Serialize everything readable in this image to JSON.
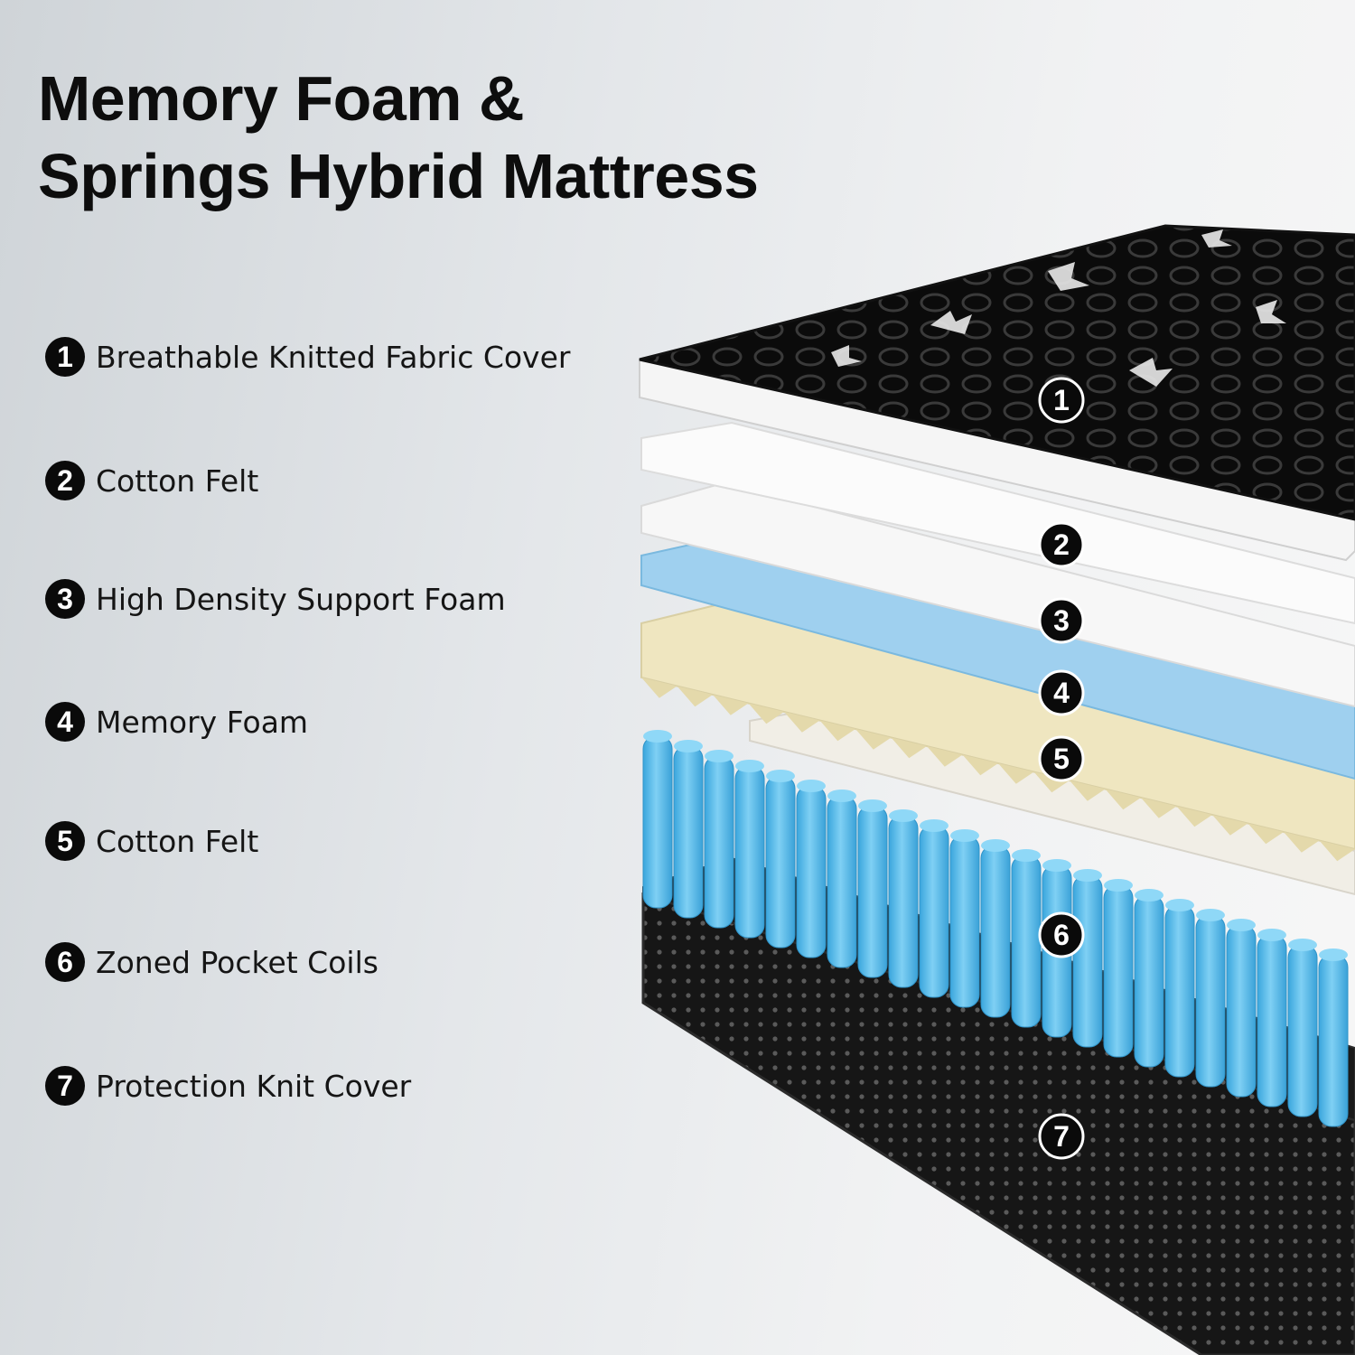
{
  "title": {
    "line1": "Memory Foam &",
    "line2": "Springs Hybrid Mattress"
  },
  "layers": [
    {
      "number": "1",
      "label": "Breathable Knitted Fabric Cover"
    },
    {
      "number": "2",
      "label": "Cotton Felt"
    },
    {
      "number": "3",
      "label": "High Density Support Foam"
    },
    {
      "number": "4",
      "label": "Memory Foam"
    },
    {
      "number": "5",
      "label": "Cotton Felt"
    },
    {
      "number": "6",
      "label": "Zoned Pocket Coils"
    },
    {
      "number": "7",
      "label": "Protection Knit Cover"
    }
  ],
  "colors": {
    "cover": "#0b0b0b",
    "felt": "#f4f4f4",
    "support_foam": "#9fd0ef",
    "memory_foam": "#efe6c0",
    "coils": "#5fbfea",
    "base": "#121212"
  }
}
